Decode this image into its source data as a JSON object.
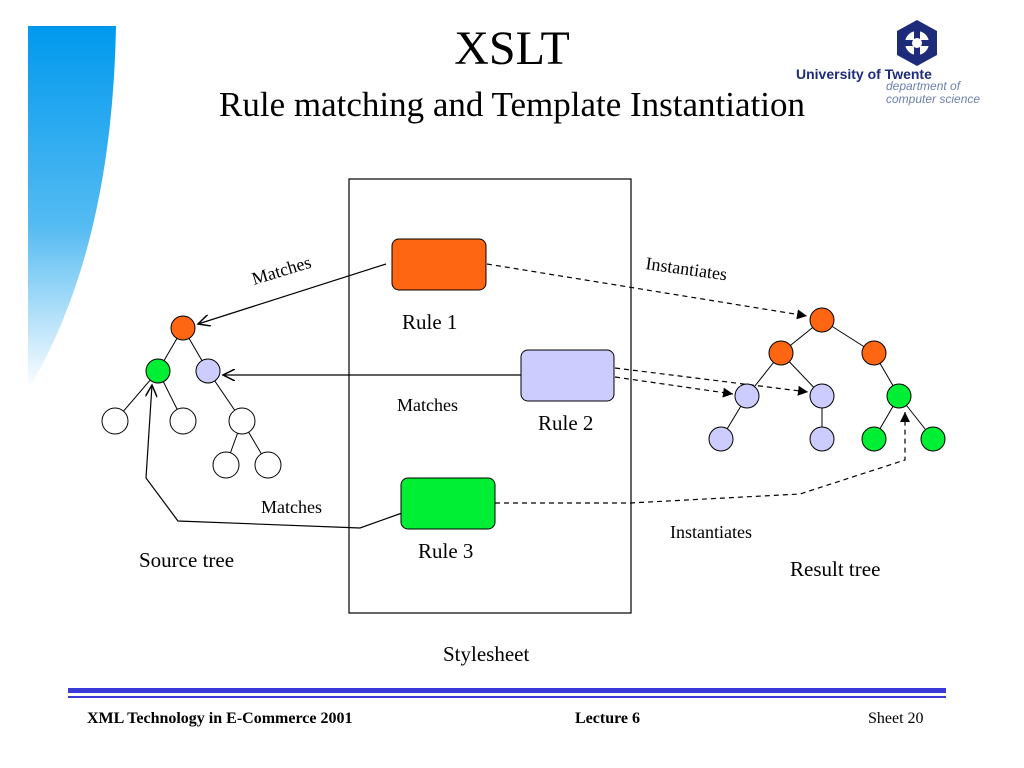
{
  "slide": {
    "title": "XSLT",
    "subtitle": "Rule matching and Template Instantiation"
  },
  "logo": {
    "name": "University of Twente",
    "dept_line1": "department of",
    "dept_line2": "computer science"
  },
  "diagram": {
    "rules": [
      {
        "label": "Rule 1",
        "color": "#ff6611"
      },
      {
        "label": "Rule 2",
        "color": "#ccccff"
      },
      {
        "label": "Rule 3",
        "color": "#00ee33"
      }
    ],
    "edge_labels": {
      "matches_1": "Matches",
      "matches_2": "Matches",
      "matches_3": "Matches",
      "instantiates_1": "Instantiates",
      "instantiates_2": "Instantiates"
    },
    "source_tree_label": "Source tree",
    "result_tree_label": "Result tree",
    "stylesheet_label": "Stylesheet",
    "node_colors": {
      "orange": "#ff6611",
      "lavender": "#ccccff",
      "green": "#00ee33",
      "white": "#ffffff"
    }
  },
  "footer": {
    "left": "XML Technology in E-Commerce 2001",
    "center": "Lecture 6",
    "right": "Sheet 20"
  }
}
